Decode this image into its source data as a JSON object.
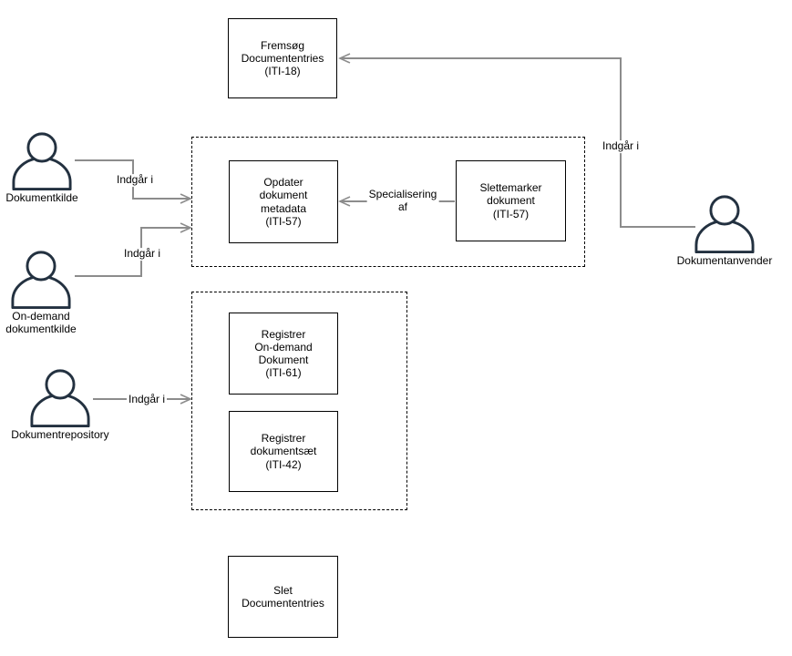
{
  "colors": {
    "background": "#ffffff",
    "shape_border": "#000000",
    "connector_gray": "#8c8c8c",
    "actor_stroke": "#233140",
    "text": "#000000"
  },
  "diagram": {
    "boxes": {
      "fremsog": {
        "label": "Fremsøg\nDocumententries\n(ITI-18)"
      },
      "opdater": {
        "label": "Opdater\ndokument\nmetadata\n(ITI-57)"
      },
      "slettemarker": {
        "label": "Slettemarker\ndokument\n(ITI-57)"
      },
      "registrer_ondemand": {
        "label": "Registrer\nOn-demand\nDokument\n(ITI-61)"
      },
      "registrer_dokumentsaet": {
        "label": "Registrer\ndokumentsæt\n(ITI-42)"
      },
      "slet": {
        "label": "Slet\nDocumententries"
      }
    },
    "actors": {
      "dokumentkilde": {
        "label": "Dokumentkilde"
      },
      "ondemand_dokumentkilde": {
        "label": "On-demand\ndokumentkilde"
      },
      "dokumentrepository": {
        "label": "Dokumentrepository"
      },
      "dokumentanvender": {
        "label": "Dokumentanvender"
      }
    },
    "edge_labels": {
      "indgaar_1": "Indgår i",
      "indgaar_2": "Indgår i",
      "indgaar_3": "Indgår i",
      "indgaar_4": "Indgår i",
      "specialisering": "Specialisering\naf"
    }
  }
}
